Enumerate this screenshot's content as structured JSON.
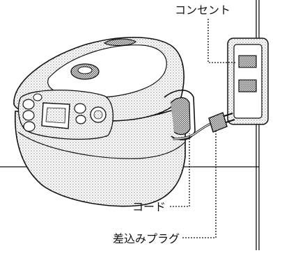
{
  "labels": {
    "outlet": "コンセント",
    "cord": "コード",
    "plug": "差込みプラグ"
  },
  "colors": {
    "line": "#111111",
    "body_fill": "#ffffff",
    "wall_line": "#111111"
  },
  "icons": {
    "appliance": "rice-cooker-illustration",
    "outlet": "wall-outlet-icon",
    "plug": "power-plug-icon"
  }
}
